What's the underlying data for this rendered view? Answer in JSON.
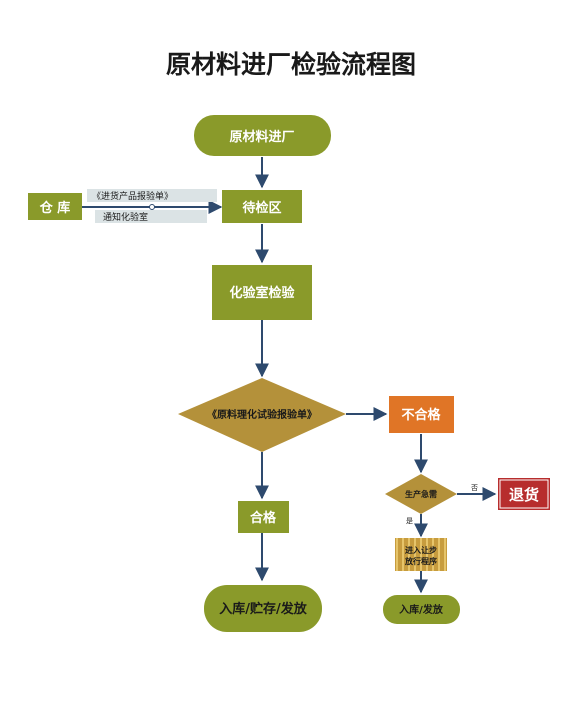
{
  "title": "原材料进厂检验流程图",
  "nodes": {
    "start": "原材料进厂",
    "warehouse": "仓 库",
    "report_note": "《进货产品报验单》",
    "notify_note": "通知化验室",
    "pending": "待检区",
    "lab_test": "化验室检验",
    "decision_report": "《原料理化试验报验单》",
    "pass": "合格",
    "fail": "不合格",
    "urgent": "生产急需",
    "no_label": "否",
    "yes_label": "是",
    "return_goods": "退货",
    "concession_line1": "进入让步",
    "concession_line2": "放行程序",
    "store_main": "入库/贮存/发放",
    "store_side": "入库/发放"
  },
  "colors": {
    "olive": "#8a9a2a",
    "gold": "#b4913a",
    "orange": "#e07526",
    "red": "#b72d2d",
    "arrow": "#2e4a6e",
    "note_bg": "#dbe3e5",
    "text_light": "#ffffff",
    "text_dark": "#1a1a1a"
  }
}
